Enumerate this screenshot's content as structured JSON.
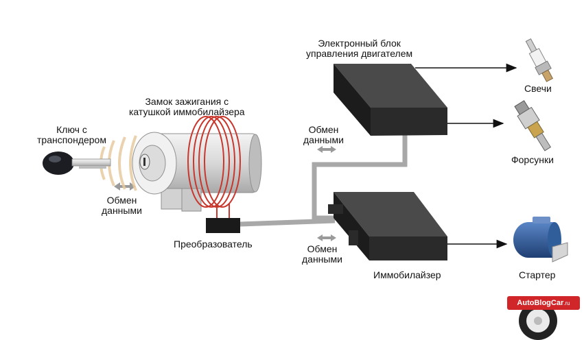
{
  "labels": {
    "key": "Ключ с\nтранспондером",
    "ignition_lock": "Замок зажигания с\nкатушкой иммобилайзера",
    "data_exchange_1": "Обмен\nданными",
    "data_exchange_2": "Обмен\nданными",
    "data_exchange_3": "Обмен\nданными",
    "converter": "Преобразователь",
    "ecu": "Электронный блок\nуправления двигателем",
    "immobilizer": "Иммобилайзер",
    "spark_plugs": "Свечи",
    "injectors": "Форсунки",
    "starter": "Стартер"
  },
  "logo": {
    "text": "AutoBlogCar",
    "suffix": ".ru"
  },
  "colors": {
    "block": "#2a2a2a",
    "wire": "#a8a8a8",
    "coil": "#c8372d",
    "waves": "#e8cba0",
    "logo_bg": "#d0262a"
  },
  "icons": [
    "key-icon",
    "ignition-lock-icon",
    "coil-icon",
    "spark-plug-icon",
    "injector-icon",
    "starter-motor-icon",
    "wheel-icon"
  ]
}
